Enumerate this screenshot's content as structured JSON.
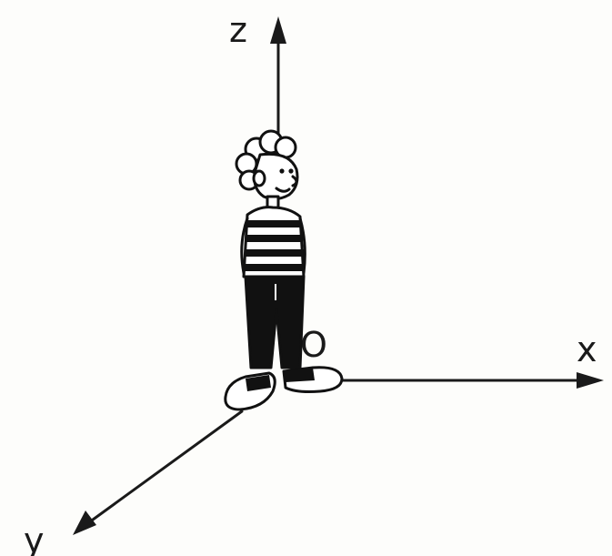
{
  "axes": {
    "x": {
      "label": "x"
    },
    "y": {
      "label": "y"
    },
    "z": {
      "label": "z"
    }
  },
  "origin": {
    "label": "O"
  },
  "figure": {
    "icon": "boy-standing-icon"
  },
  "colors": {
    "ink": "#111111",
    "background": "#fdfdfb"
  }
}
